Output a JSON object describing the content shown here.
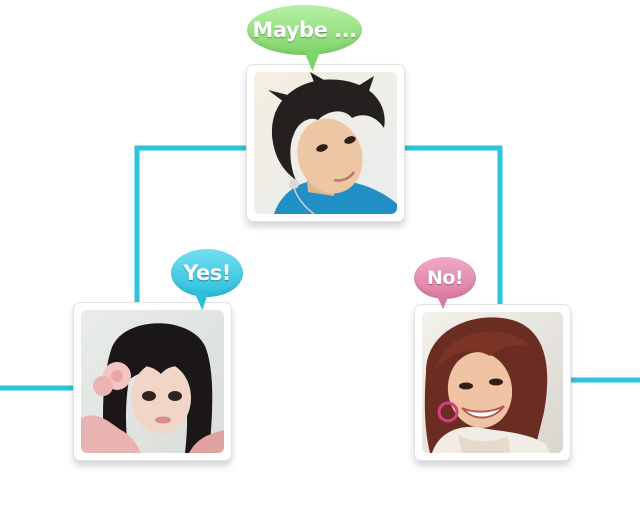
{
  "nodes": {
    "top": {
      "label": "Maybe ...",
      "photo": "young man with dark spiky hair and earphones, blue shirt"
    },
    "left": {
      "label": "Yes!",
      "photo": "young woman with dark hair and pink flower hair accessory"
    },
    "right": {
      "label": "No!",
      "photo": "smiling young woman with auburn hair and hoop earrings"
    }
  },
  "colors": {
    "connector": "#2fc2dc",
    "maybe_bubble": "#8fdb7a",
    "yes_bubble": "#3cc6e0",
    "no_bubble": "#e28aae",
    "card_border": "#e2e2e2"
  }
}
